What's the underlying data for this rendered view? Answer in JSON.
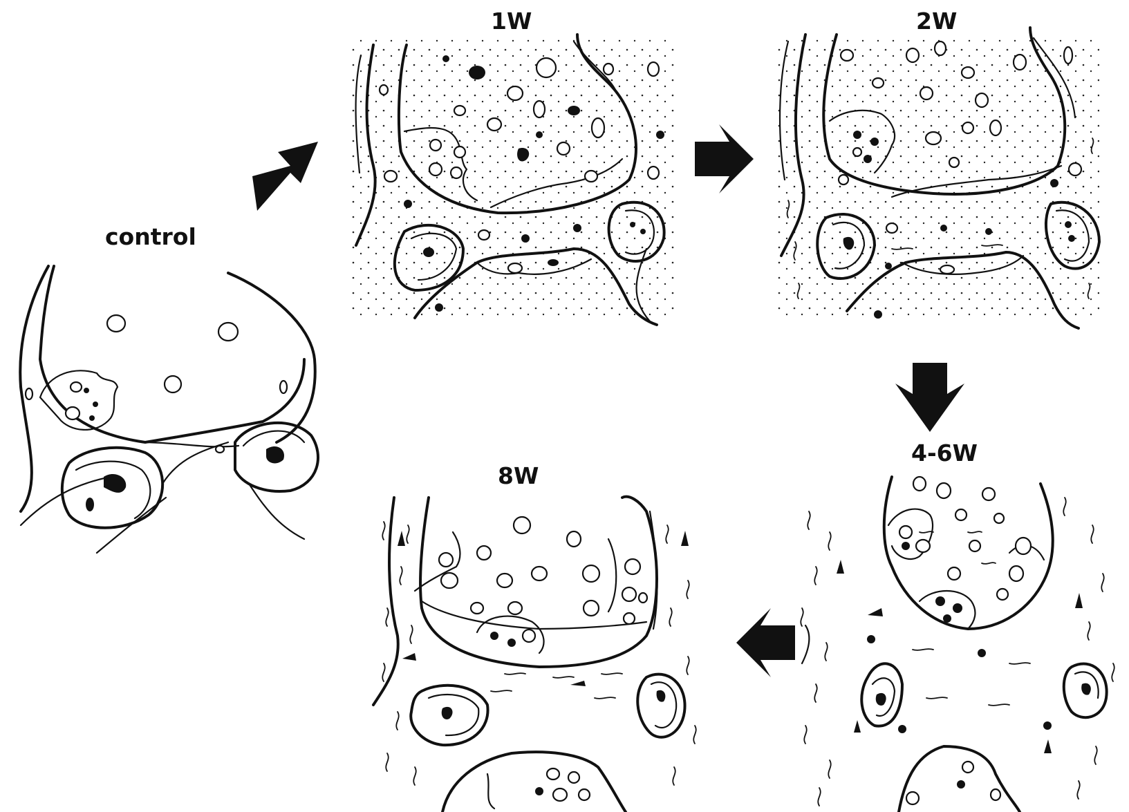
{
  "panels": [
    {
      "id": "control",
      "label": "control"
    },
    {
      "id": "1w",
      "label": "1W"
    },
    {
      "id": "2w",
      "label": "2W"
    },
    {
      "id": "4-6w",
      "label": "4-6W"
    },
    {
      "id": "8w",
      "label": "8W"
    }
  ],
  "sequence": [
    "control",
    "1w",
    "2w",
    "4-6w",
    "8w"
  ],
  "colors": {
    "ink": "#111111",
    "paper": "#ffffff"
  }
}
